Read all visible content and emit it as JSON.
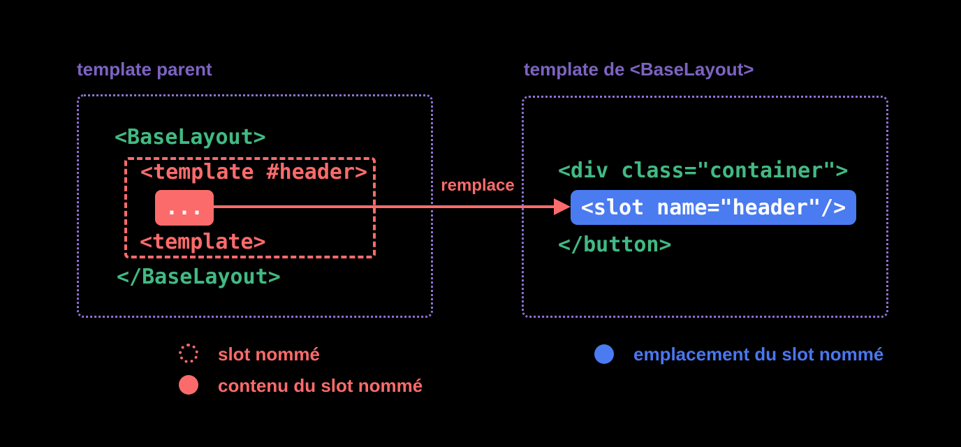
{
  "colors": {
    "background": "#000000",
    "purple_text": "#7d63c1",
    "purple_border": "#8e72d4",
    "green": "#42b983",
    "red": "#fc6b6b",
    "blue": "#4a7bf0",
    "white": "#ffffff"
  },
  "left_panel": {
    "title": "template parent",
    "code_open": "<BaseLayout>",
    "named_slot": {
      "template_open": "<template #header>",
      "content_placeholder": "...",
      "template_close": "<template>"
    },
    "code_close": "</BaseLayout>"
  },
  "arrow": {
    "label": "remplace"
  },
  "right_panel": {
    "title": "template de <BaseLayout>",
    "code_open": "<div class=\"container\">",
    "slot_code": "<slot name=\"header\"/>",
    "code_close": "</button>"
  },
  "legend": {
    "items": [
      {
        "marker": "dashed-red-circle",
        "label": "slot nommé"
      },
      {
        "marker": "filled-red-circle",
        "label": "contenu du slot nommé"
      },
      {
        "marker": "filled-blue-circle",
        "label": "emplacement du slot nommé"
      }
    ]
  }
}
